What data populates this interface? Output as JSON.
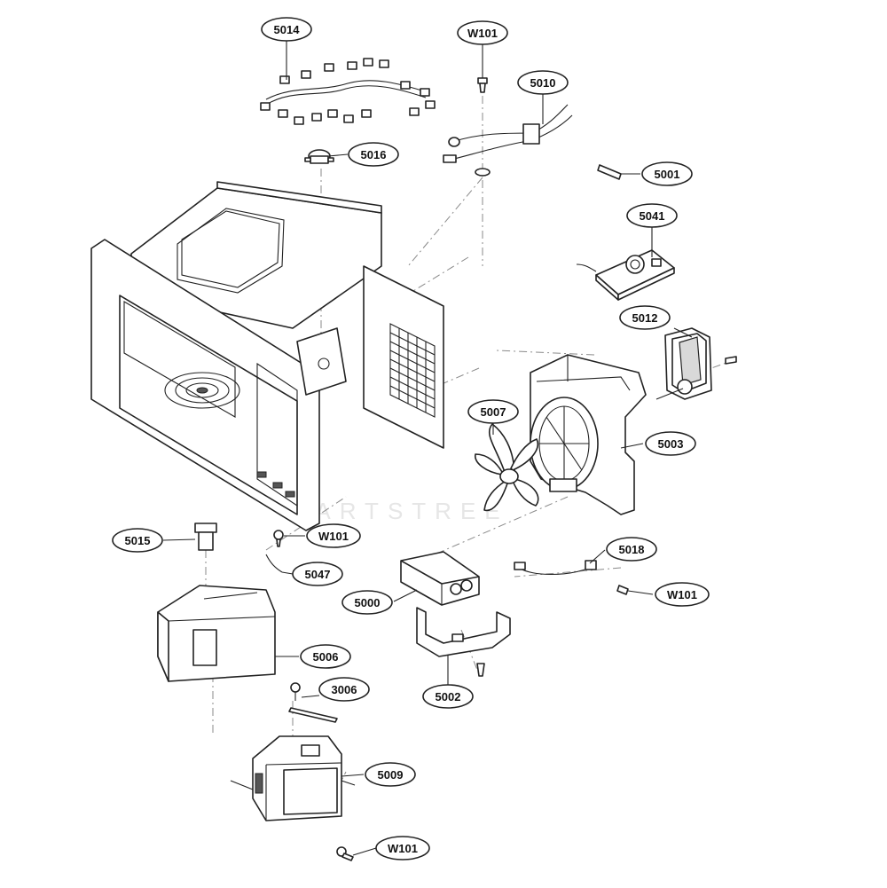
{
  "diagram": {
    "callouts": [
      {
        "id": "5014",
        "label": "5014"
      },
      {
        "id": "W101-top",
        "label": "W101"
      },
      {
        "id": "5010",
        "label": "5010"
      },
      {
        "id": "5016",
        "label": "5016"
      },
      {
        "id": "5001",
        "label": "5001"
      },
      {
        "id": "5041",
        "label": "5041"
      },
      {
        "id": "5012",
        "label": "5012"
      },
      {
        "id": "5007",
        "label": "5007"
      },
      {
        "id": "5003",
        "label": "5003"
      },
      {
        "id": "5015",
        "label": "5015"
      },
      {
        "id": "W101-mid",
        "label": "W101"
      },
      {
        "id": "5047",
        "label": "5047"
      },
      {
        "id": "5018",
        "label": "5018"
      },
      {
        "id": "W101-right",
        "label": "W101"
      },
      {
        "id": "5000",
        "label": "5000"
      },
      {
        "id": "5006",
        "label": "5006"
      },
      {
        "id": "3006",
        "label": "3006"
      },
      {
        "id": "5002",
        "label": "5002"
      },
      {
        "id": "5009",
        "label": "5009"
      },
      {
        "id": "W101-bottom",
        "label": "W101"
      }
    ]
  }
}
